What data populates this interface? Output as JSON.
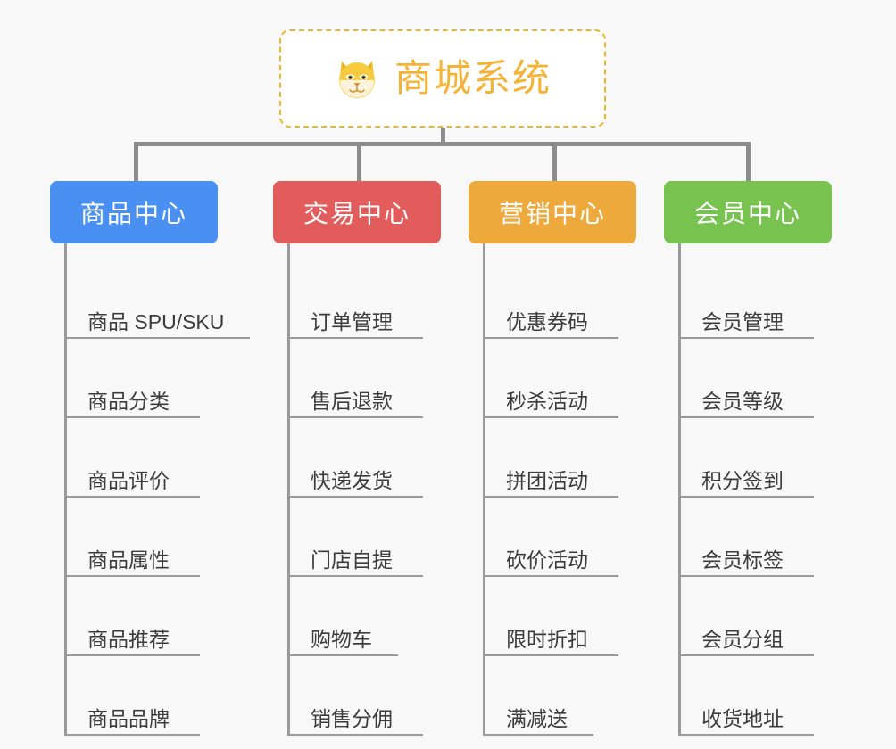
{
  "diagram": {
    "type": "org-chart",
    "background_color": "#f8f8f8",
    "root": {
      "title": "商城系统",
      "icon": "shiba-dog-icon",
      "border_color": "#f0b429",
      "text_color": "#f5b335"
    },
    "connector_color": "#8c8c8c",
    "branches": [
      {
        "label": "商品中心",
        "color": "#4a90f2",
        "items": [
          "商品 SPU/SKU",
          "商品分类",
          "商品评价",
          "商品属性",
          "商品推荐",
          "商品品牌"
        ]
      },
      {
        "label": "交易中心",
        "color": "#e25c5c",
        "items": [
          "订单管理",
          "售后退款",
          "快递发货",
          "门店自提",
          "购物车",
          "销售分佣"
        ]
      },
      {
        "label": "营销中心",
        "color": "#eda93c",
        "items": [
          "优惠券码",
          "秒杀活动",
          "拼团活动",
          "砍价活动",
          "限时折扣",
          "满减送"
        ]
      },
      {
        "label": "会员中心",
        "color": "#78c350",
        "items": [
          "会员管理",
          "会员等级",
          "积分签到",
          "会员标签",
          "会员分组",
          "收货地址"
        ]
      }
    ]
  }
}
